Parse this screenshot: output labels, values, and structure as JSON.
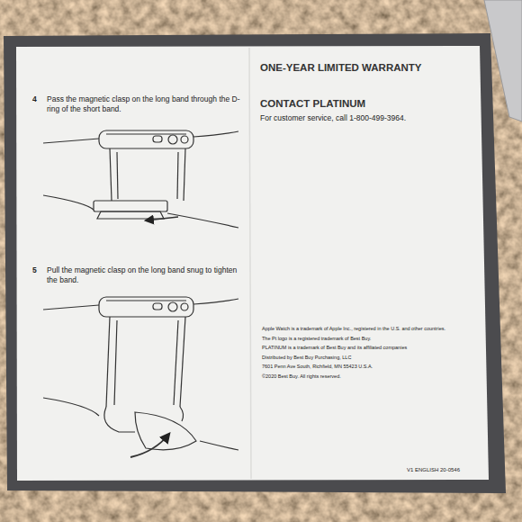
{
  "diagram": {
    "labels": [
      "4",
      "Pass the magnetic clasp on the long band through the D-ring of the short band.",
      "5",
      "Pull the magnetic clasp on the long band snug to tighten the band.",
      "ONE-YEAR LIMITED WARRANTY",
      "CONTACT PLATINUM",
      "For customer service, call 1-800-499-3964.",
      "Apple Watch is a trademark of Apple Inc., registered in the U.S. and other countries.",
      "The Pt logo is a registered trademark of Best Buy.",
      "PLATINUM is a trademark of Best Buy and its affiliated companies",
      "Distributed by Best Buy Purchasing, LLC",
      "7601 Penn Ave South, Richfield, MN 55423 U.S.A.",
      "©2020 Best Buy. All rights reserved.",
      "V1 ENGLISH 20-0546"
    ]
  }
}
